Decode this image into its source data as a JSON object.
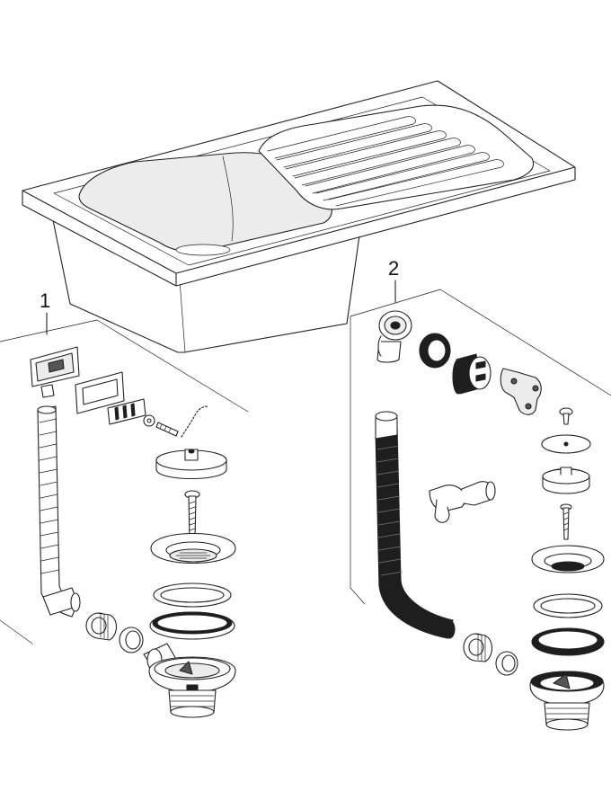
{
  "diagram": {
    "variants": [
      {
        "id": "variant-1",
        "label": "1"
      },
      {
        "id": "variant-2",
        "label": "2"
      }
    ],
    "colors": {
      "line": "#222222",
      "fill_light": "#ececec",
      "fill_dark": "#1e1e1e",
      "background": "#ffffff"
    }
  }
}
